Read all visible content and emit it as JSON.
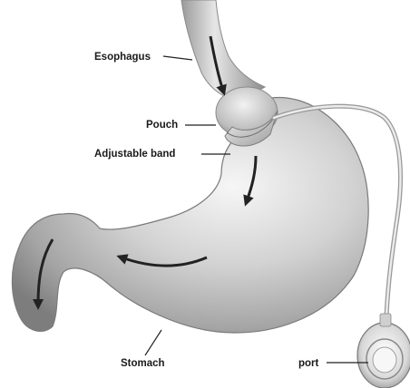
{
  "labels": {
    "esophagus": "Esophagus",
    "pouch": "Pouch",
    "adjustable_band": "Adjustable band",
    "stomach": "Stomach",
    "port": "port"
  }
}
